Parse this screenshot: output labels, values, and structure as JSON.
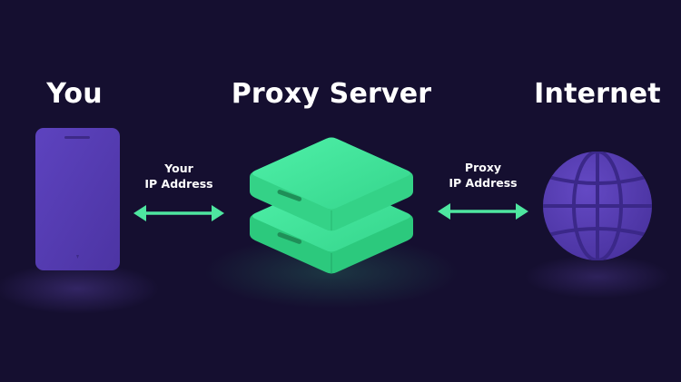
{
  "nodes": {
    "you": {
      "title": "You"
    },
    "proxy": {
      "title": "Proxy Server"
    },
    "internet": {
      "title": "Internet"
    }
  },
  "connections": {
    "left": {
      "line1": "Your",
      "line2": "IP Address"
    },
    "right": {
      "line1": "Proxy",
      "line2": "IP Address"
    }
  },
  "colors": {
    "background": "#150f30",
    "device_purple": "#5a40b8",
    "server_green": "#3fe59a",
    "arrow_green": "#4ee6a0"
  }
}
